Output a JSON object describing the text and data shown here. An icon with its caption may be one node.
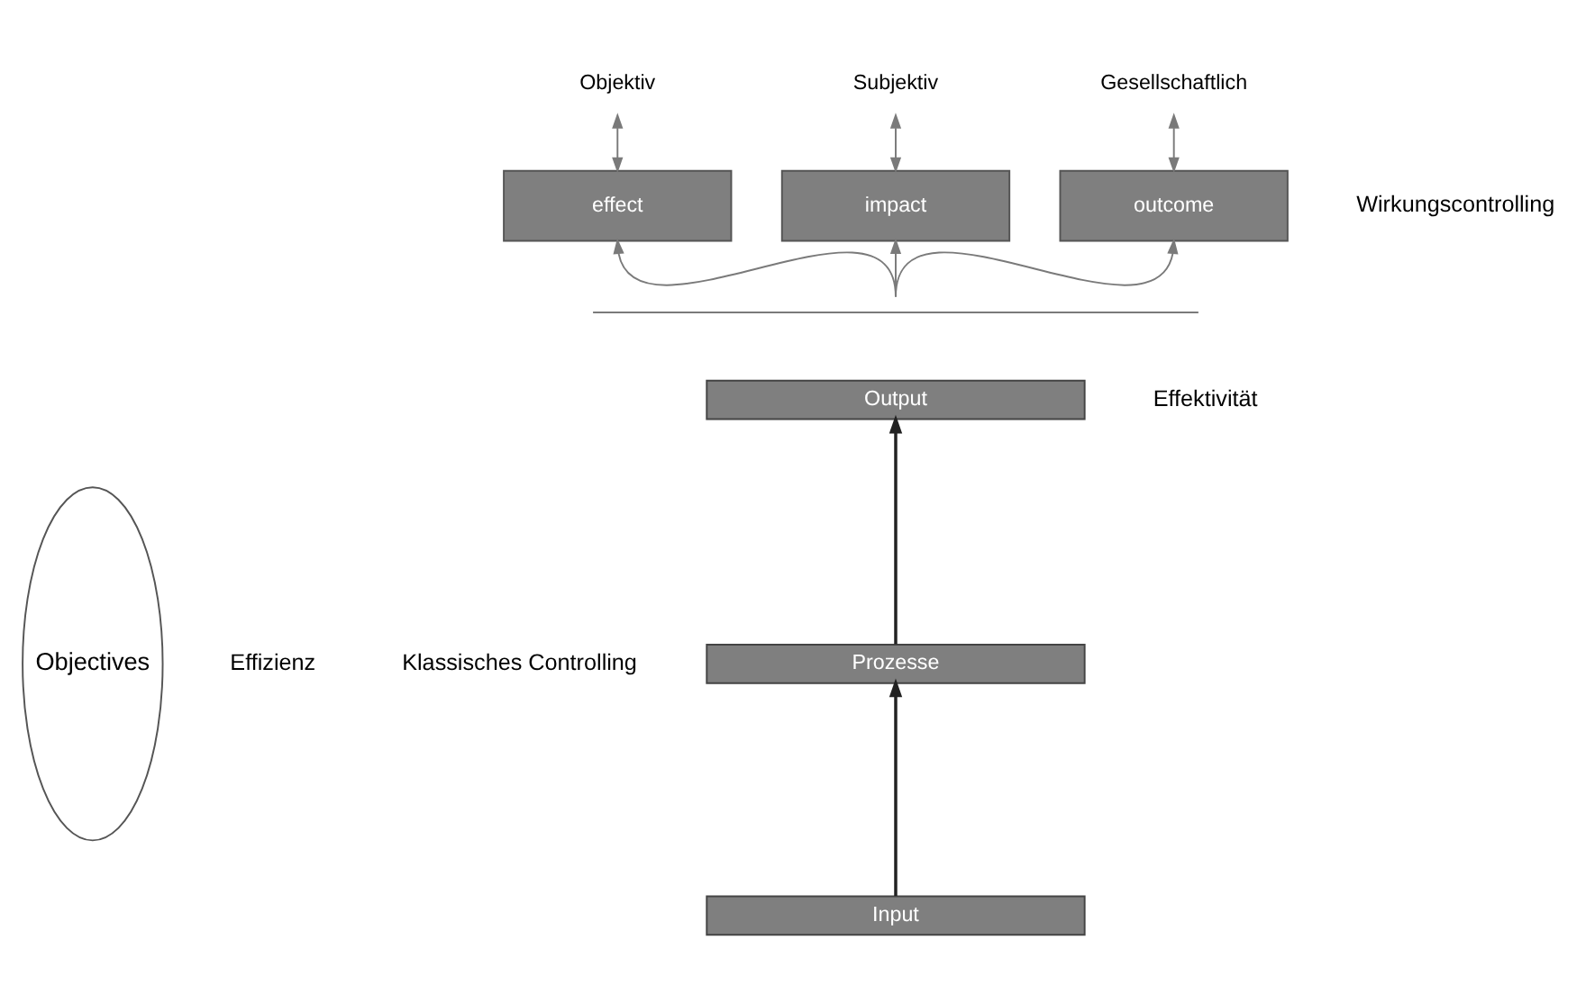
{
  "diagram": {
    "nodes": [
      {
        "text": [
          "Objektiv"
        ]
      },
      {
        "text": [
          "Subjektiv"
        ]
      },
      {
        "text": [
          "Gesellschaftlich"
        ]
      },
      {
        "text": [
          "effect"
        ]
      },
      {
        "text": [
          "impact"
        ]
      },
      {
        "text": [
          "outcome"
        ]
      },
      {
        "text": [],
        "shape": "brace"
      },
      {
        "text": [
          "Output"
        ]
      },
      {
        "text": [
          "Prozesse"
        ]
      },
      {
        "text": [
          "Input"
        ]
      },
      {
        "text": [
          "Objectives"
        ]
      }
    ],
    "edges": [
      {
        "from": 3,
        "to": 0,
        "arrow": "both"
      },
      {
        "from": 4,
        "to": 1,
        "arrow": "both"
      },
      {
        "from": 5,
        "to": 2,
        "arrow": "both"
      },
      {
        "from": 6,
        "to": 3,
        "arrow": "to"
      },
      {
        "from": 6,
        "to": 4,
        "arrow": "to"
      },
      {
        "from": 6,
        "to": 5,
        "arrow": "to"
      },
      {
        "from": 9,
        "to": 8,
        "arrow": "to"
      },
      {
        "from": 8,
        "to": 7,
        "arrow": "to"
      }
    ],
    "labels": [
      "Wirkungscontrolling",
      "Effektivität",
      "Effizienz",
      "Klassisches Controlling"
    ]
  }
}
